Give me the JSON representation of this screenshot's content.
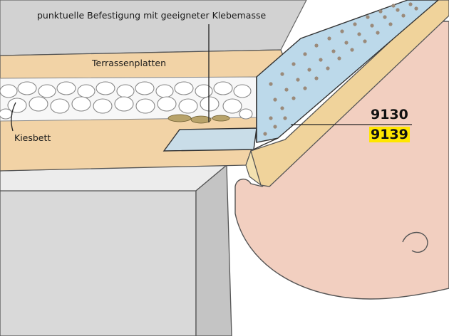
{
  "labels": {
    "attachment": "punktuelle Befestigung mit geeigneter Klebemasse",
    "tiles": "Terrassenplatten",
    "gravel": "Kiesbett"
  },
  "product_codes": [
    {
      "code": "9130",
      "highlighted": false
    },
    {
      "code": "9139",
      "highlighted": true
    }
  ],
  "colors": {
    "highlight": "#ffe600",
    "screed": "#f2d3a6",
    "profile": "#bcd9ea",
    "gutter": "#f2cfc0",
    "wall": "#d9d9d9"
  }
}
